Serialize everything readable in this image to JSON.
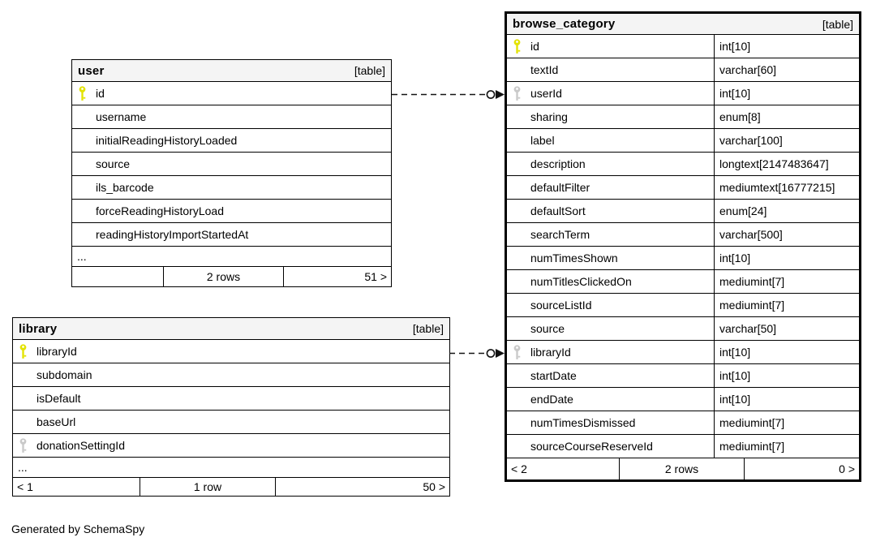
{
  "note": "Generated by SchemaSpy",
  "colors": {
    "primary_key": "#e3e300",
    "foreign_key": "#c9c9c9",
    "header_bg": "#f4f4f4",
    "border": "#000000"
  },
  "relationships": [
    {
      "from_table": "user",
      "from_column": "id",
      "to_table": "browse_category",
      "to_column": "userId",
      "style": "dashed-implied"
    },
    {
      "from_table": "library",
      "from_column": "libraryId",
      "to_table": "browse_category",
      "to_column": "libraryId",
      "style": "dashed-implied"
    }
  ],
  "tables": {
    "user": {
      "name": "user",
      "badge": "[table]",
      "columns": [
        {
          "name": "id",
          "key": "primary"
        },
        {
          "name": "username",
          "key": ""
        },
        {
          "name": "initialReadingHistoryLoaded",
          "key": ""
        },
        {
          "name": "source",
          "key": ""
        },
        {
          "name": "ils_barcode",
          "key": ""
        },
        {
          "name": "forceReadingHistoryLoad",
          "key": ""
        },
        {
          "name": "readingHistoryImportStartedAt",
          "key": ""
        }
      ],
      "ellipsis": "...",
      "footer": {
        "left": "",
        "center": "2 rows",
        "right": "51 >"
      }
    },
    "library": {
      "name": "library",
      "badge": "[table]",
      "columns": [
        {
          "name": "libraryId",
          "key": "primary"
        },
        {
          "name": "subdomain",
          "key": ""
        },
        {
          "name": "isDefault",
          "key": ""
        },
        {
          "name": "baseUrl",
          "key": ""
        },
        {
          "name": "donationSettingId",
          "key": "foreign"
        }
      ],
      "ellipsis": "...",
      "footer": {
        "left": "< 1",
        "center": "1 row",
        "right": "50 >"
      }
    },
    "browse_category": {
      "name": "browse_category",
      "badge": "[table]",
      "columns": [
        {
          "name": "id",
          "type": "int[10]",
          "key": "primary"
        },
        {
          "name": "textId",
          "type": "varchar[60]",
          "key": ""
        },
        {
          "name": "userId",
          "type": "int[10]",
          "key": "foreign"
        },
        {
          "name": "sharing",
          "type": "enum[8]",
          "key": ""
        },
        {
          "name": "label",
          "type": "varchar[100]",
          "key": ""
        },
        {
          "name": "description",
          "type": "longtext[2147483647]",
          "key": ""
        },
        {
          "name": "defaultFilter",
          "type": "mediumtext[16777215]",
          "key": ""
        },
        {
          "name": "defaultSort",
          "type": "enum[24]",
          "key": ""
        },
        {
          "name": "searchTerm",
          "type": "varchar[500]",
          "key": ""
        },
        {
          "name": "numTimesShown",
          "type": "int[10]",
          "key": ""
        },
        {
          "name": "numTitlesClickedOn",
          "type": "mediumint[7]",
          "key": ""
        },
        {
          "name": "sourceListId",
          "type": "mediumint[7]",
          "key": ""
        },
        {
          "name": "source",
          "type": "varchar[50]",
          "key": ""
        },
        {
          "name": "libraryId",
          "type": "int[10]",
          "key": "foreign"
        },
        {
          "name": "startDate",
          "type": "int[10]",
          "key": ""
        },
        {
          "name": "endDate",
          "type": "int[10]",
          "key": ""
        },
        {
          "name": "numTimesDismissed",
          "type": "mediumint[7]",
          "key": ""
        },
        {
          "name": "sourceCourseReserveId",
          "type": "mediumint[7]",
          "key": ""
        }
      ],
      "footer": {
        "left": "< 2",
        "center": "2 rows",
        "right": "0 >"
      }
    }
  }
}
